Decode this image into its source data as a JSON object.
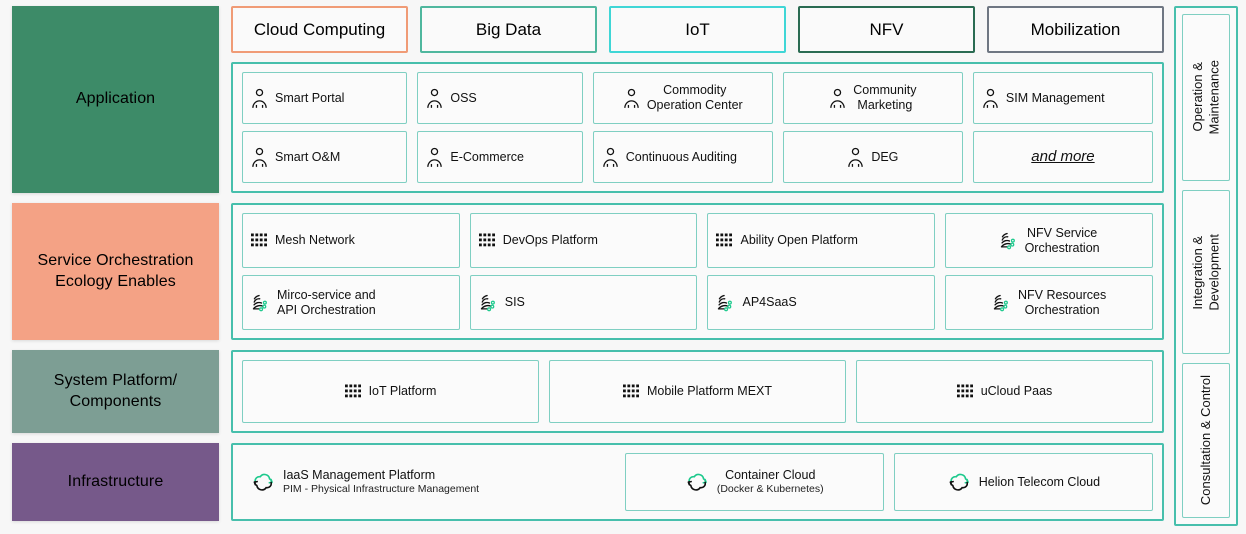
{
  "colors": {
    "teal": "#47BFAC",
    "teal_light": "#7FCFC2",
    "app_green": "#3D8B68",
    "service_salmon": "#F4A285",
    "system_graygreen": "#7D9E94",
    "infra_purple": "#76598A",
    "chip_cloud": "#F09B76",
    "chip_bigdata": "#4FB79E",
    "chip_iot": "#3FD6D6",
    "chip_nfv": "#2A6B52",
    "chip_mobilization": "#6E7682",
    "accent_dot": "#1CC98C",
    "page_bg": "#f7f7f7"
  },
  "categories": [
    {
      "label": "Cloud Computing",
      "color": "#F09B76"
    },
    {
      "label": "Big Data",
      "color": "#4FB79E"
    },
    {
      "label": "IoT",
      "color": "#3FD6D6"
    },
    {
      "label": "NFV",
      "color": "#2A6B52"
    },
    {
      "label": "Mobilization",
      "color": "#6E7682"
    }
  ],
  "layers": [
    {
      "id": "application",
      "label": "Application",
      "color": "#3D8B68",
      "rows": [
        [
          {
            "icon": "person-icon",
            "text": "Smart Portal",
            "flex": 1.0,
            "align": "left"
          },
          {
            "icon": "person-icon",
            "text": "OSS",
            "flex": 1.0,
            "align": "left"
          },
          {
            "icon": "person-icon",
            "text": "Commodity\nOperation Center",
            "flex": 1.1,
            "align": "center"
          },
          {
            "icon": "person-icon",
            "text": "Community\nMarketing",
            "flex": 1.1,
            "align": "center"
          },
          {
            "icon": "person-icon",
            "text": "SIM Management",
            "flex": 1.1,
            "align": "left"
          }
        ],
        [
          {
            "icon": "person-icon",
            "text": "Smart O&M",
            "flex": 1.0,
            "align": "left"
          },
          {
            "icon": "person-icon",
            "text": "E-Commerce",
            "flex": 1.0,
            "align": "left"
          },
          {
            "icon": "person-icon",
            "text": "Continuous Auditing",
            "flex": 1.1,
            "align": "left"
          },
          {
            "icon": "person-icon",
            "text": "DEG",
            "flex": 1.1,
            "align": "center"
          },
          {
            "icon": "none",
            "text": "and more",
            "flex": 1.1,
            "align": "center",
            "style": "andmore"
          }
        ]
      ]
    },
    {
      "id": "service-orchestration",
      "label": "Service\nOrchestration\nEcology Enables",
      "color": "#F4A285",
      "rows": [
        [
          {
            "icon": "grid-icon",
            "text": "Mesh Network",
            "flex": 1.0,
            "align": "left"
          },
          {
            "icon": "grid-icon",
            "text": "DevOps Platform",
            "flex": 1.05,
            "align": "left"
          },
          {
            "icon": "grid-icon",
            "text": "Ability Open Platform",
            "flex": 1.05,
            "align": "left"
          },
          {
            "icon": "orchestration-icon",
            "text": "NFV Service\nOrchestration",
            "flex": 0.95,
            "align": "center"
          }
        ],
        [
          {
            "icon": "orchestration-icon",
            "text": "Mirco-service and\nAPI Orchestration",
            "flex": 1.0,
            "align": "left"
          },
          {
            "icon": "orchestration-icon",
            "text": "SIS",
            "flex": 1.05,
            "align": "left"
          },
          {
            "icon": "orchestration-icon",
            "text": "AP4SaaS",
            "flex": 1.05,
            "align": "left"
          },
          {
            "icon": "orchestration-icon",
            "text": "NFV Resources\nOrchestration",
            "flex": 0.95,
            "align": "center"
          }
        ]
      ]
    },
    {
      "id": "system-platform",
      "label": "System Platform/\nComponents",
      "color": "#7D9E94",
      "rows": [
        [
          {
            "icon": "grid-icon",
            "text": "IoT Platform",
            "flex": 1.0,
            "align": "center"
          },
          {
            "icon": "grid-icon",
            "text": "Mobile Platform MEXT",
            "flex": 1.0,
            "align": "center"
          },
          {
            "icon": "grid-icon",
            "text": "uCloud Paas",
            "flex": 1.0,
            "align": "center"
          }
        ]
      ]
    },
    {
      "id": "infrastructure",
      "label": "Infrastructure",
      "color": "#76598A",
      "rows": [
        [
          {
            "icon": "cloud-icon",
            "text": "IaaS Management Platform",
            "sub": "PIM - Physical Infrastructure Management",
            "flex": 1.0,
            "align": "left",
            "border": false
          },
          {
            "icon": "cloud-icon",
            "text": "Container Cloud",
            "sub": "(Docker & Kubernetes)",
            "flex": 0.68,
            "align": "center",
            "border": true
          },
          {
            "icon": "cloud-icon",
            "text": "Helion Telecom Cloud",
            "flex": 0.68,
            "align": "center",
            "border": true
          }
        ]
      ]
    }
  ],
  "rail": [
    {
      "text": "Operation &\nMaintenance",
      "flex": 1.35
    },
    {
      "text": "Integration &\nDevelopment",
      "flex": 1.32
    },
    {
      "text": "Consultation & Control",
      "flex": 1.25
    }
  ]
}
